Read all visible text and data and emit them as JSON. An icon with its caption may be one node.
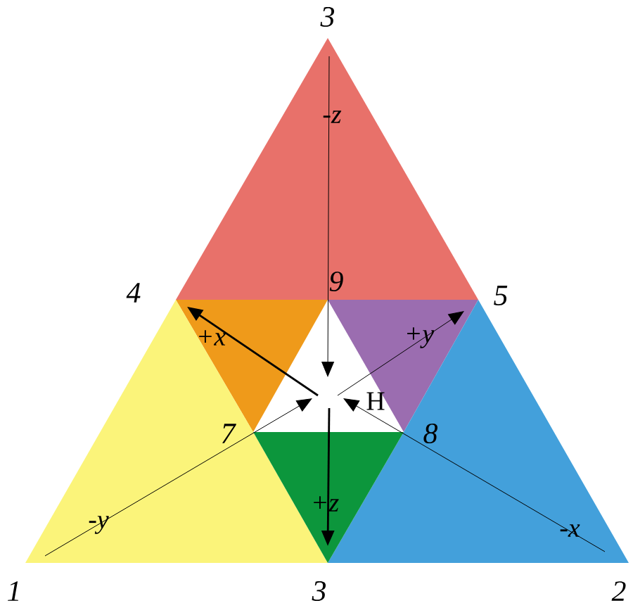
{
  "diagram": {
    "labels": [
      "3",
      "-z",
      "4",
      "9",
      "5",
      "+x",
      "+y",
      "H",
      "7",
      "8",
      "-y",
      "+z",
      "-x",
      "1",
      "3",
      "2"
    ]
  }
}
